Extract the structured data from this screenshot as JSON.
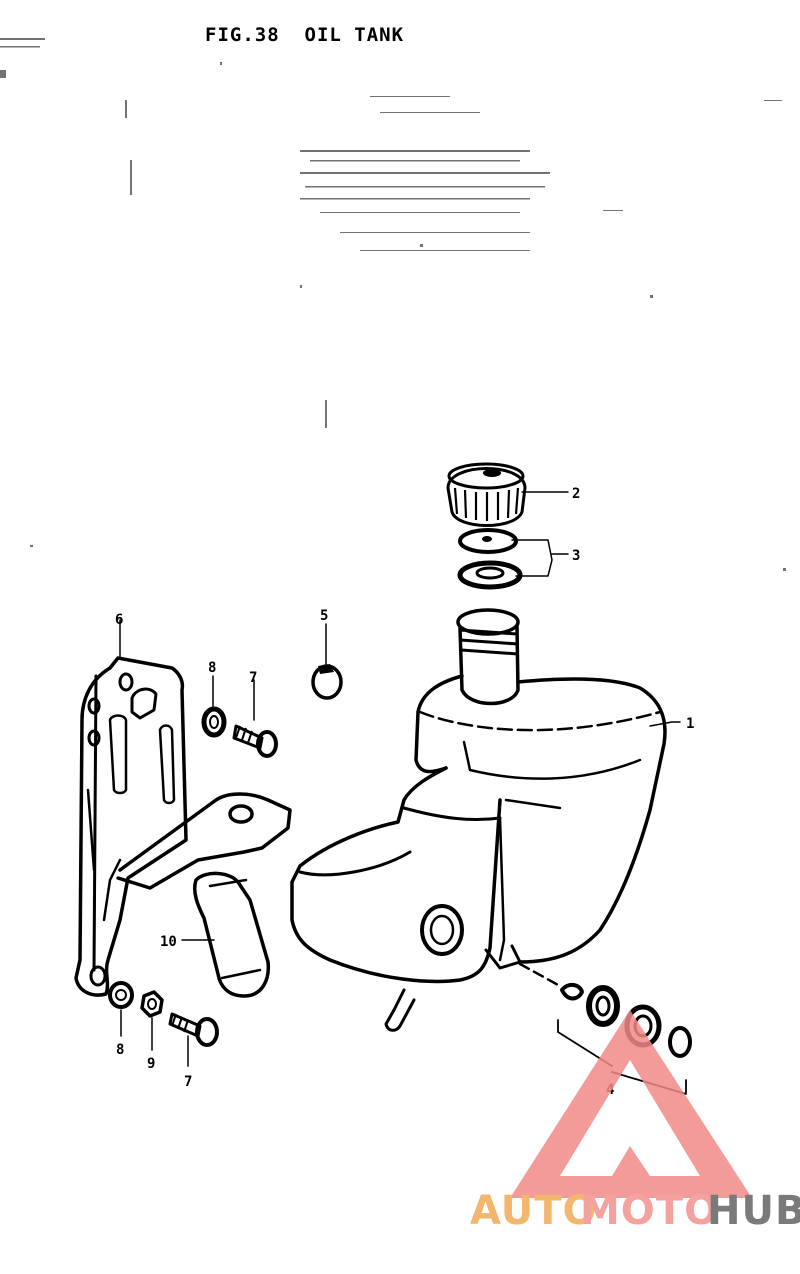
{
  "figure": {
    "title": "FIG.38  OIL TANK"
  },
  "callouts": [
    {
      "id": "c1",
      "label": "1"
    },
    {
      "id": "c2",
      "label": "2"
    },
    {
      "id": "c3",
      "label": "3"
    },
    {
      "id": "c4",
      "label": "4"
    },
    {
      "id": "c5",
      "label": "5"
    },
    {
      "id": "c6",
      "label": "6"
    },
    {
      "id": "c7a",
      "label": "7"
    },
    {
      "id": "c7b",
      "label": "7"
    },
    {
      "id": "c8a",
      "label": "8"
    },
    {
      "id": "c8b",
      "label": "8"
    },
    {
      "id": "c9",
      "label": "9"
    },
    {
      "id": "c10",
      "label": "10"
    }
  ],
  "watermark": {
    "part1": "AUTO",
    "part2": "MOTO",
    "part3": "HUB",
    "colors": {
      "auto": "#f2b66f",
      "moto": "#f3a2a0",
      "hub": "#7a7a7a",
      "logo": "#f08a88"
    }
  }
}
